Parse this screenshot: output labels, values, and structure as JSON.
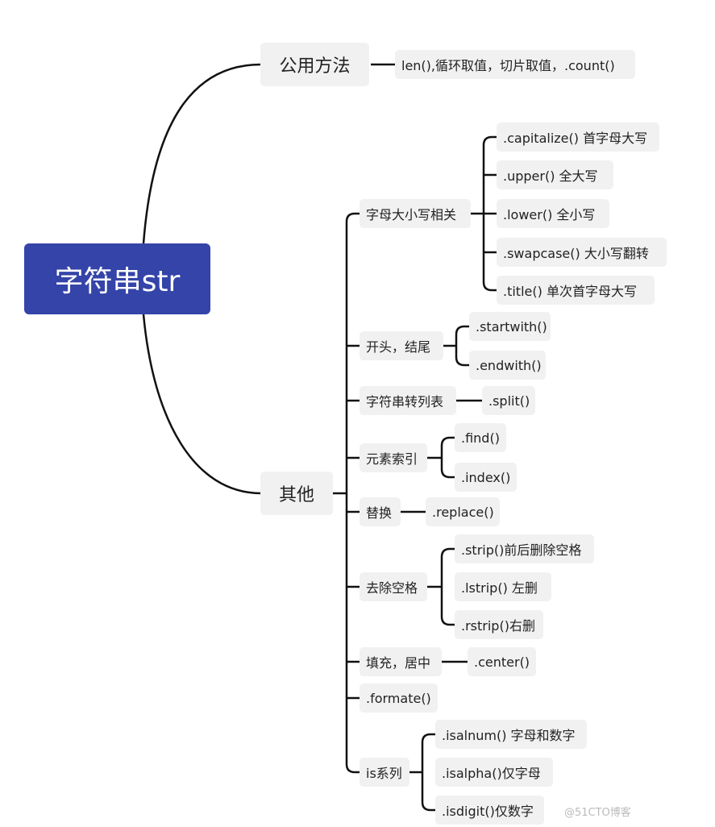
{
  "root": "字符串str",
  "common": {
    "label": "公用方法",
    "detail": "len(),循环取值，切片取值，.count()"
  },
  "other": {
    "label": "其他",
    "case": {
      "label": "字母大小写相关",
      "items": [
        ".capitalize() 首字母大写",
        ".upper()  全大写",
        ".lower()  全小写",
        ".swapcase()  大小写翻转",
        ".title()  单次首字母大写"
      ]
    },
    "startend": {
      "label": "开头，结尾",
      "items": [
        ".startwith()",
        ".endwith()"
      ]
    },
    "tolist": {
      "label": "字符串转列表",
      "items": [
        ".split()"
      ]
    },
    "index": {
      "label": "元素索引",
      "items": [
        ".find()",
        ".index()"
      ]
    },
    "replace": {
      "label": "替换",
      "items": [
        ".replace()"
      ]
    },
    "strip": {
      "label": "去除空格",
      "items": [
        ".strip()前后删除空格",
        ".lstrip()  左删",
        ".rstrip()右删"
      ]
    },
    "center": {
      "label": "填充，居中",
      "items": [
        ".center()"
      ]
    },
    "formate": {
      "label": ".formate()"
    },
    "is": {
      "label": "is系列",
      "items": [
        ".isalnum() 字母和数字",
        ".isalpha()仅字母",
        ".isdigit()仅数字"
      ]
    }
  },
  "watermark": "@51CTO博客"
}
